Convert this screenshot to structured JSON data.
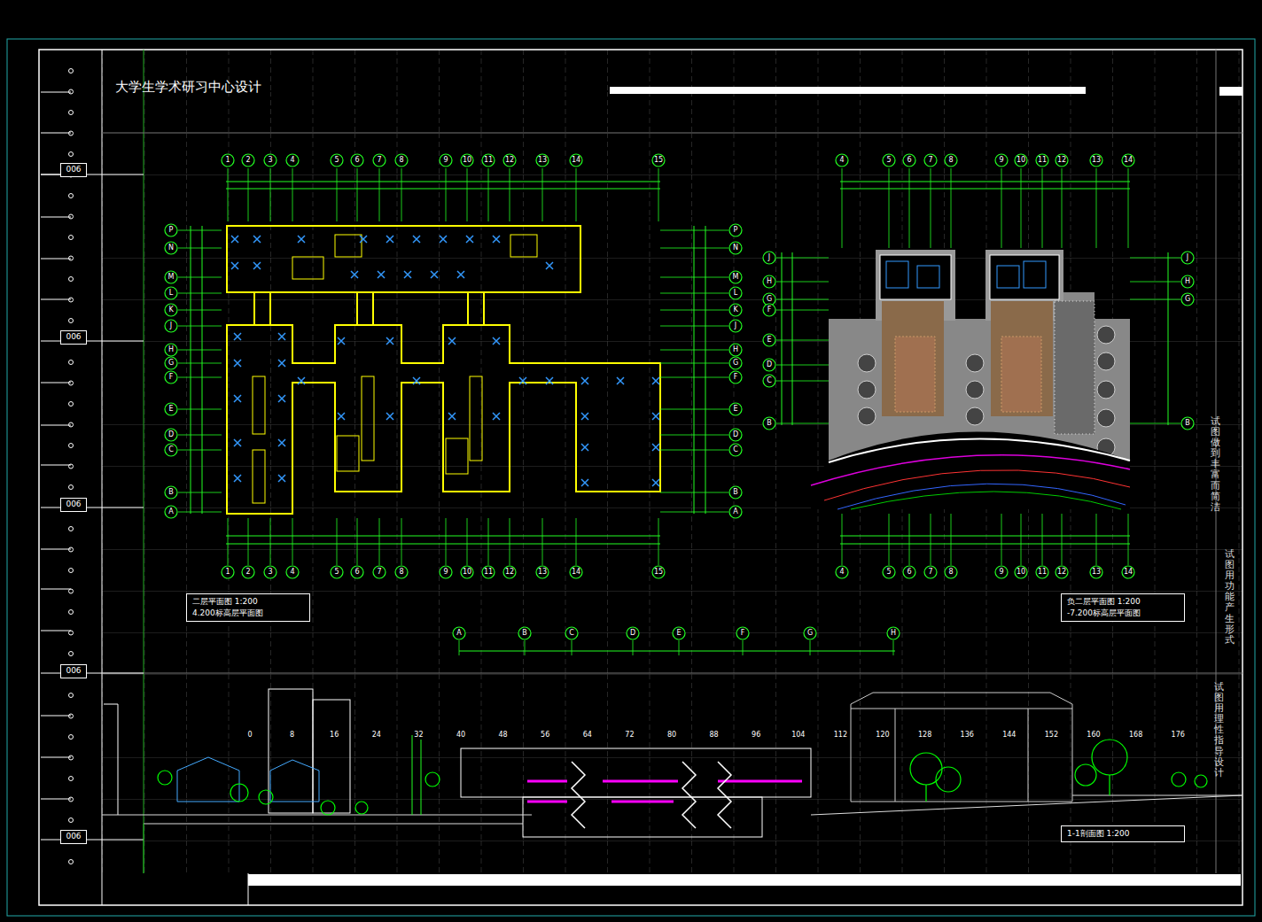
{
  "diagram": {
    "title": "大学生学术研习中心设计",
    "nodes": [
      {
        "text": [
          "006"
        ]
      },
      {
        "text": [
          "006"
        ]
      },
      {
        "text": [
          "006"
        ]
      },
      {
        "text": [
          "006"
        ]
      },
      {
        "text": [
          "006"
        ]
      },
      {
        "text": [
          "二层平面图 1:200",
          "4.200标高层平面图"
        ]
      },
      {
        "text": [
          "负二层平面图 1:200",
          "-7.200标高层平面图"
        ]
      },
      {
        "text": [
          "1-1剖面图 1:200"
        ]
      }
    ],
    "labels": [
      "0",
      "8",
      "16",
      "24",
      "32",
      "40",
      "48",
      "56",
      "64",
      "72",
      "80",
      "88",
      "96",
      "104",
      "112",
      "120",
      "128",
      "136",
      "144",
      "152",
      "160",
      "168",
      "176",
      "1",
      "2",
      "3",
      "4",
      "5",
      "6",
      "7",
      "8",
      "9",
      "10",
      "11",
      "12",
      "13",
      "14",
      "15",
      "1",
      "2",
      "3",
      "4",
      "5",
      "6",
      "7",
      "8",
      "9",
      "10",
      "11",
      "12",
      "13",
      "14",
      "15",
      "P",
      "N",
      "M",
      "L",
      "K",
      "J",
      "H",
      "G",
      "F",
      "E",
      "D",
      "C",
      "B",
      "A",
      "P",
      "N",
      "M",
      "L",
      "K",
      "J",
      "H",
      "G",
      "F",
      "E",
      "D",
      "C",
      "B",
      "A",
      "4",
      "5",
      "6",
      "7",
      "8",
      "9",
      "10",
      "11",
      "12",
      "13",
      "14",
      "4",
      "5",
      "6",
      "7",
      "8",
      "9",
      "10",
      "11",
      "12",
      "13",
      "14",
      "J",
      "H",
      "G",
      "F",
      "E",
      "D",
      "C",
      "B",
      "J",
      "H",
      "G",
      "B",
      "A",
      "B",
      "C",
      "D",
      "E",
      "F",
      "G",
      "H",
      "试图做到丰富而简洁",
      "试图用功能产生形式",
      "试图用理性指导设计"
    ]
  }
}
